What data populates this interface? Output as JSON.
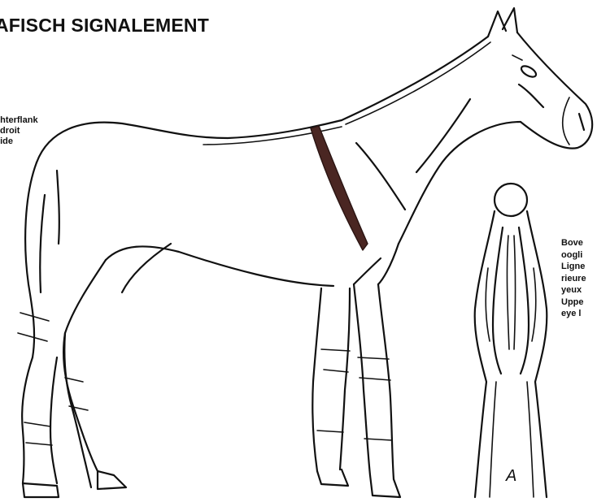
{
  "document": {
    "title": "AFISCH SIGNALEMENT",
    "flank_label": [
      "chterflank",
      "droit",
      "side"
    ],
    "eyelid_label": [
      "Bove",
      "oogli",
      "Ligne",
      "rieure",
      "yeux",
      "Uppe",
      "eye l"
    ],
    "hoof_mark": "A"
  },
  "colors": {
    "ink": "#111111",
    "marking": "#4a2622",
    "background": "#ffffff"
  }
}
